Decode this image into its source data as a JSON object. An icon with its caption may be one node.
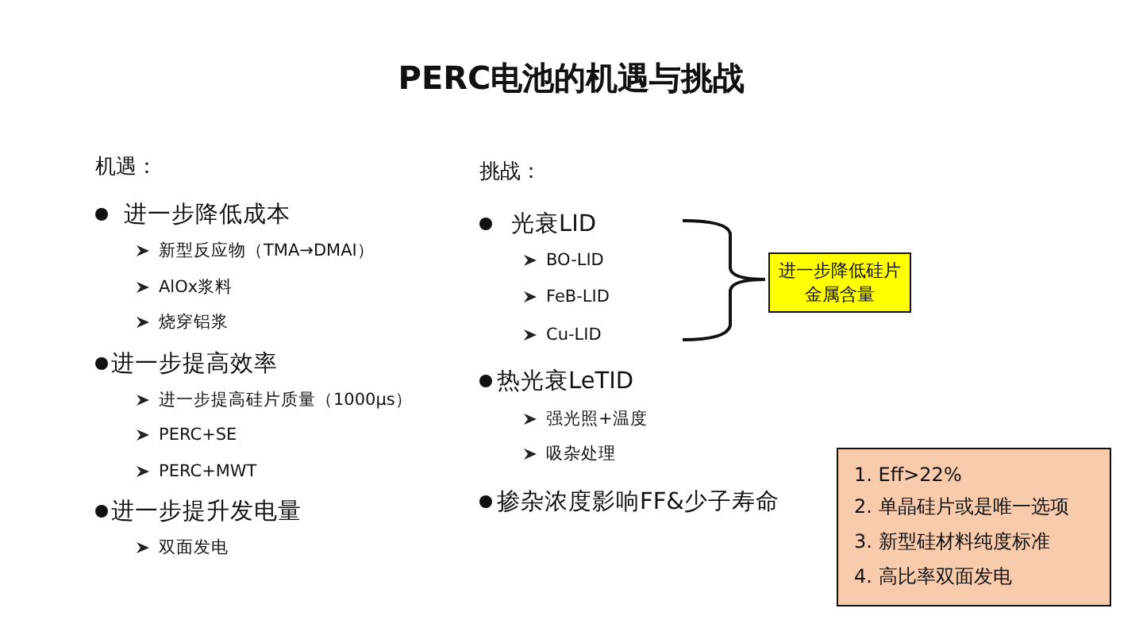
{
  "diagram": {
    "title": "PERC电池的机遇与挑战",
    "nodes": [
      {
        "text": [
          "进一步降低硅片金属含量"
        ]
      },
      {
        "text": [
          "1. Eff>22%",
          "2. 单晶硅片或是唯一选项",
          "3. 新型硅材料纯度标准",
          "4. 高比率双面发电"
        ]
      }
    ],
    "labels": [
      "机遇：",
      "进一步降低成本",
      "新型反应物（TMA→DMAI）",
      "AlOx浆料",
      "烧穿铝浆",
      "进一步提高效率",
      "进一步提高硅片质量（1000μs）",
      "PERC+SE",
      "PERC+MWT",
      "进一步提升发电量",
      "双面发电",
      "挑战：",
      "光衰LID",
      "BO-LID",
      "FeB-LID",
      "Cu-LID",
      "热光衰LeTID",
      "强光照+温度",
      "吸杂处理",
      "掺杂浓度影响FF&少子寿命"
    ]
  }
}
